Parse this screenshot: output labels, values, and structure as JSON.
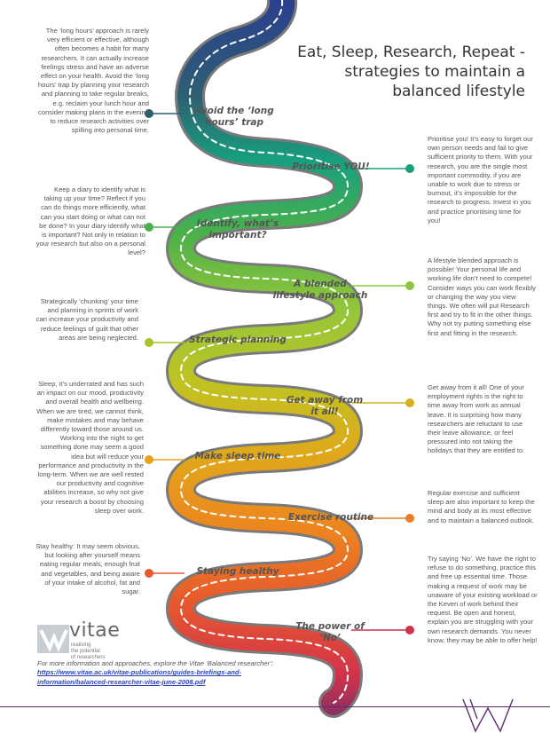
{
  "title": {
    "line1": "Eat, Sleep, Research, Repeat -",
    "line2": "strategies to maintain a",
    "line3": "balanced lifestyle"
  },
  "stages": [
    {
      "label": "Avoid the ‘long hours’ trap",
      "color": "#2e5f72"
    },
    {
      "label": "Prioritise YOU!",
      "color": "#1aa07a"
    },
    {
      "label": "Identify, what’s important?",
      "color": "#4cb04a"
    },
    {
      "label": "A blended lifestyle approach",
      "color": "#8cc63f"
    },
    {
      "label": "Strategic planning",
      "color": "#a8c42c"
    },
    {
      "label": "Get away from it all!",
      "color": "#d3b21c"
    },
    {
      "label": "Make sleep time",
      "color": "#e8a21a"
    },
    {
      "label": "Exercise routine",
      "color": "#ec7e22"
    },
    {
      "label": "Staying healthy",
      "color": "#e65a2c"
    },
    {
      "label": "The power of ‘No’",
      "color": "#d1344a"
    }
  ],
  "texts": {
    "long_hours": "The ‘long hours’ approach is rarely very efficient or effective, although often becomes a habit for many researchers. It can actually increase feelings stress and have an adverse effect on your health. Avoid the ‘long hours’ trap by planning your research and planning to take regular breaks, e.g. reclaim your lunch hour and consider making plans in the evening to reduce research activities over spilling into personal time.",
    "prioritise": "Prioritise you! It’s easy to forget our own person needs and fail to give sufficient priority to them. With your research, you are the single most important commodity, if you are unable to work due to stress or burnout, it’s impossible for the research to progress. Invest in you and practice prioritising time for you!",
    "identify": "Keep a diary to identify what is taking up your time? Reflect if you can do things more efficiently, what can you start doing or what can not be done? In your diary identify what is important? Not only in relation to your research but also on a personal level?",
    "blended": "A lifestyle blended approach is possible! Your personal life and working life don’t need to compete! Consider ways you can work flexibly or changing the way you view things. We often will put Research first and try to fit in the other things. Why not try putting something else first and fitting in the research.",
    "strategic": "Strategically ‘chunking’ your time and planning in sprints of work can increase your productivity and reduce feelings of guilt that other areas are being neglected.",
    "getaway": "Get away from it all! One of your employment rights is the right to time away from work as annual leave. It is surprising how many researchers are reluctant to use their leave allowance, or feel pressured into not taking the holidays that they are entitled to.",
    "sleep": "Sleep, it’s underrated and has such an impact on our mood, productivity and overall health and wellbeing. When we are tired, we cannot think, make mistakes and may behave differently toward those around us. Working into the night to get something done may seem a good idea but will reduce your performance and productivity in the long-term. When we are well rested our productivity and cognitive abilities increase, so why not give your research a boost by choosing sleep over work.",
    "exercise": "Regular exercise and sufficient sleep are also important to keep the mind and body at its most effective and to maintain a balanced outlook.",
    "healthy": "Stay healthy: It may seem obvious, but looking after yourself means eating regular meals, enough fruit and vegetables, and being aware of your intake of alcohol, fat and sugar.",
    "no": "Try saying ‘No’. We have the right to refuse to do something, practice this and free up essential time. Those making a request of work may be unaware of your existing workload or the Keven of work behind their request. Be open and honest, explain you are struggling with your own research demands. You never know, they may be able to offer help!"
  },
  "vitae": {
    "name": "vitae",
    "tagline1": "realising",
    "tagline2": "the potential",
    "tagline3": "of researchers"
  },
  "footer": {
    "intro": "For more information and approaches, explore the Vitae ‘Balanced researcher’: ",
    "link": "https://www.vitae.ac.uk/vitae-publications/guides-briefings-and-information/balanced-researcher-vitae-june-2008.pdf"
  }
}
